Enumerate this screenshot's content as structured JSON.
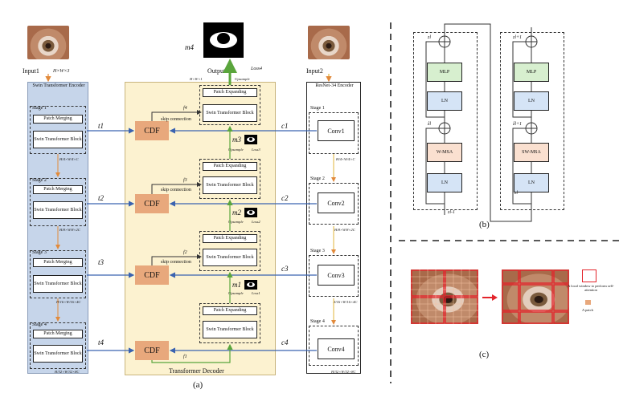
{
  "panel_a": {
    "input1_label": "Input1",
    "input1_dims": "H×W×3",
    "input2_label": "Input2",
    "output_label": "Output",
    "loss4": "Loss4",
    "upsample_top": "Upsample",
    "m4": "m4",
    "output_dims": "H×W×1",
    "swin_encoder": {
      "title": "Swin Transformer Encoder",
      "stages": [
        {
          "stage": "Stage 1",
          "merge": "Patch Merging",
          "block": "Swin Transformer Block",
          "dims": "H/4×W/4×C"
        },
        {
          "stage": "Stage 2",
          "merge": "Patch Merging",
          "block": "Swin Transformer Block",
          "dims": "H/8×W/8×2C"
        },
        {
          "stage": "Stage 3",
          "merge": "Patch Merging",
          "block": "Swin Transformer Block",
          "dims": "H/16×W/16×4C"
        },
        {
          "stage": "Stage 4",
          "merge": "Patch Merging",
          "block": "Swin Transformer Block",
          "dims": "H/32×W/32×8C"
        }
      ]
    },
    "resnet_encoder": {
      "title": "ResNet-34 Encoder",
      "stages": [
        {
          "stage": "Stage 1",
          "conv": "Conv1",
          "dims": "H/4×W/4×C"
        },
        {
          "stage": "Stage 2",
          "conv": "Conv2",
          "dims": "H/8×W/8×2C"
        },
        {
          "stage": "Stage 3",
          "conv": "Conv3",
          "dims": "H/16×W/16×4C"
        },
        {
          "stage": "Stage 4",
          "conv": "Conv4",
          "dims": "H/32×W/32×8C"
        }
      ]
    },
    "decoder": {
      "title": "Transformer Decoder",
      "cdf": "CDF",
      "t_labels": [
        "t1",
        "t2",
        "t3",
        "t4"
      ],
      "c_labels": [
        "c1",
        "c2",
        "c3",
        "c4"
      ],
      "f_labels": [
        "f1",
        "f2",
        "f3",
        "f4"
      ],
      "skip": "skip connection",
      "patch_expanding": "Patch Expanding",
      "swin_block": "Swin Transformer Block",
      "m_labels": [
        "m3",
        "m2",
        "m1"
      ],
      "losses": [
        "Loss3",
        "Loss2",
        "Loss1"
      ],
      "upsample": "Upsample"
    },
    "caption": "(a)"
  },
  "panel_b": {
    "mlp": "MLP",
    "ln": "LN",
    "wmsa": "W-MSA",
    "swmsa": "SW-MSA",
    "z_l": "ẑl",
    "z_l1": "zl",
    "z_lm1": "zl-1",
    "z_lp1": "zl+1",
    "zh_lp1": "ẑl+1",
    "caption": "(b)"
  },
  "panel_c": {
    "legend_window": "A local window to perform self-attention",
    "legend_patch": "A patch",
    "caption": "(c)"
  }
}
